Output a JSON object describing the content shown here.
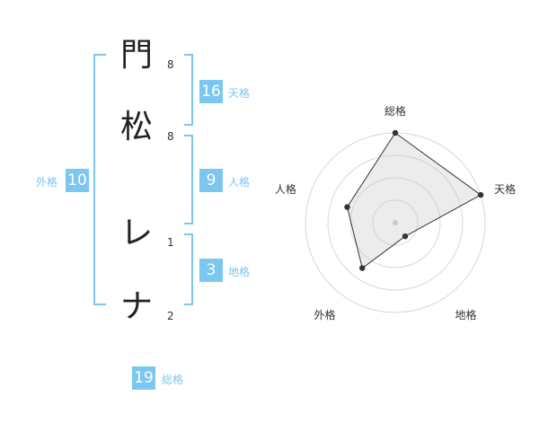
{
  "name": {
    "characters": [
      {
        "char": "門",
        "strokes": "8"
      },
      {
        "char": "松",
        "strokes": "8"
      },
      {
        "char": "レ",
        "strokes": "1"
      },
      {
        "char": "ナ",
        "strokes": "2"
      }
    ]
  },
  "fortune": {
    "tenkaku": {
      "label": "天格",
      "value": "16"
    },
    "jinkaku": {
      "label": "人格",
      "value": "9"
    },
    "chikaku": {
      "label": "地格",
      "value": "3"
    },
    "gaikaku": {
      "label": "外格",
      "value": "10"
    },
    "soukaku": {
      "label": "総格",
      "value": "19"
    }
  },
  "radar": {
    "axes": [
      "総格",
      "天格",
      "地格",
      "外格",
      "人格"
    ],
    "values": [
      19,
      16,
      3,
      10,
      9
    ],
    "max_value": 16,
    "rings": 4
  }
}
